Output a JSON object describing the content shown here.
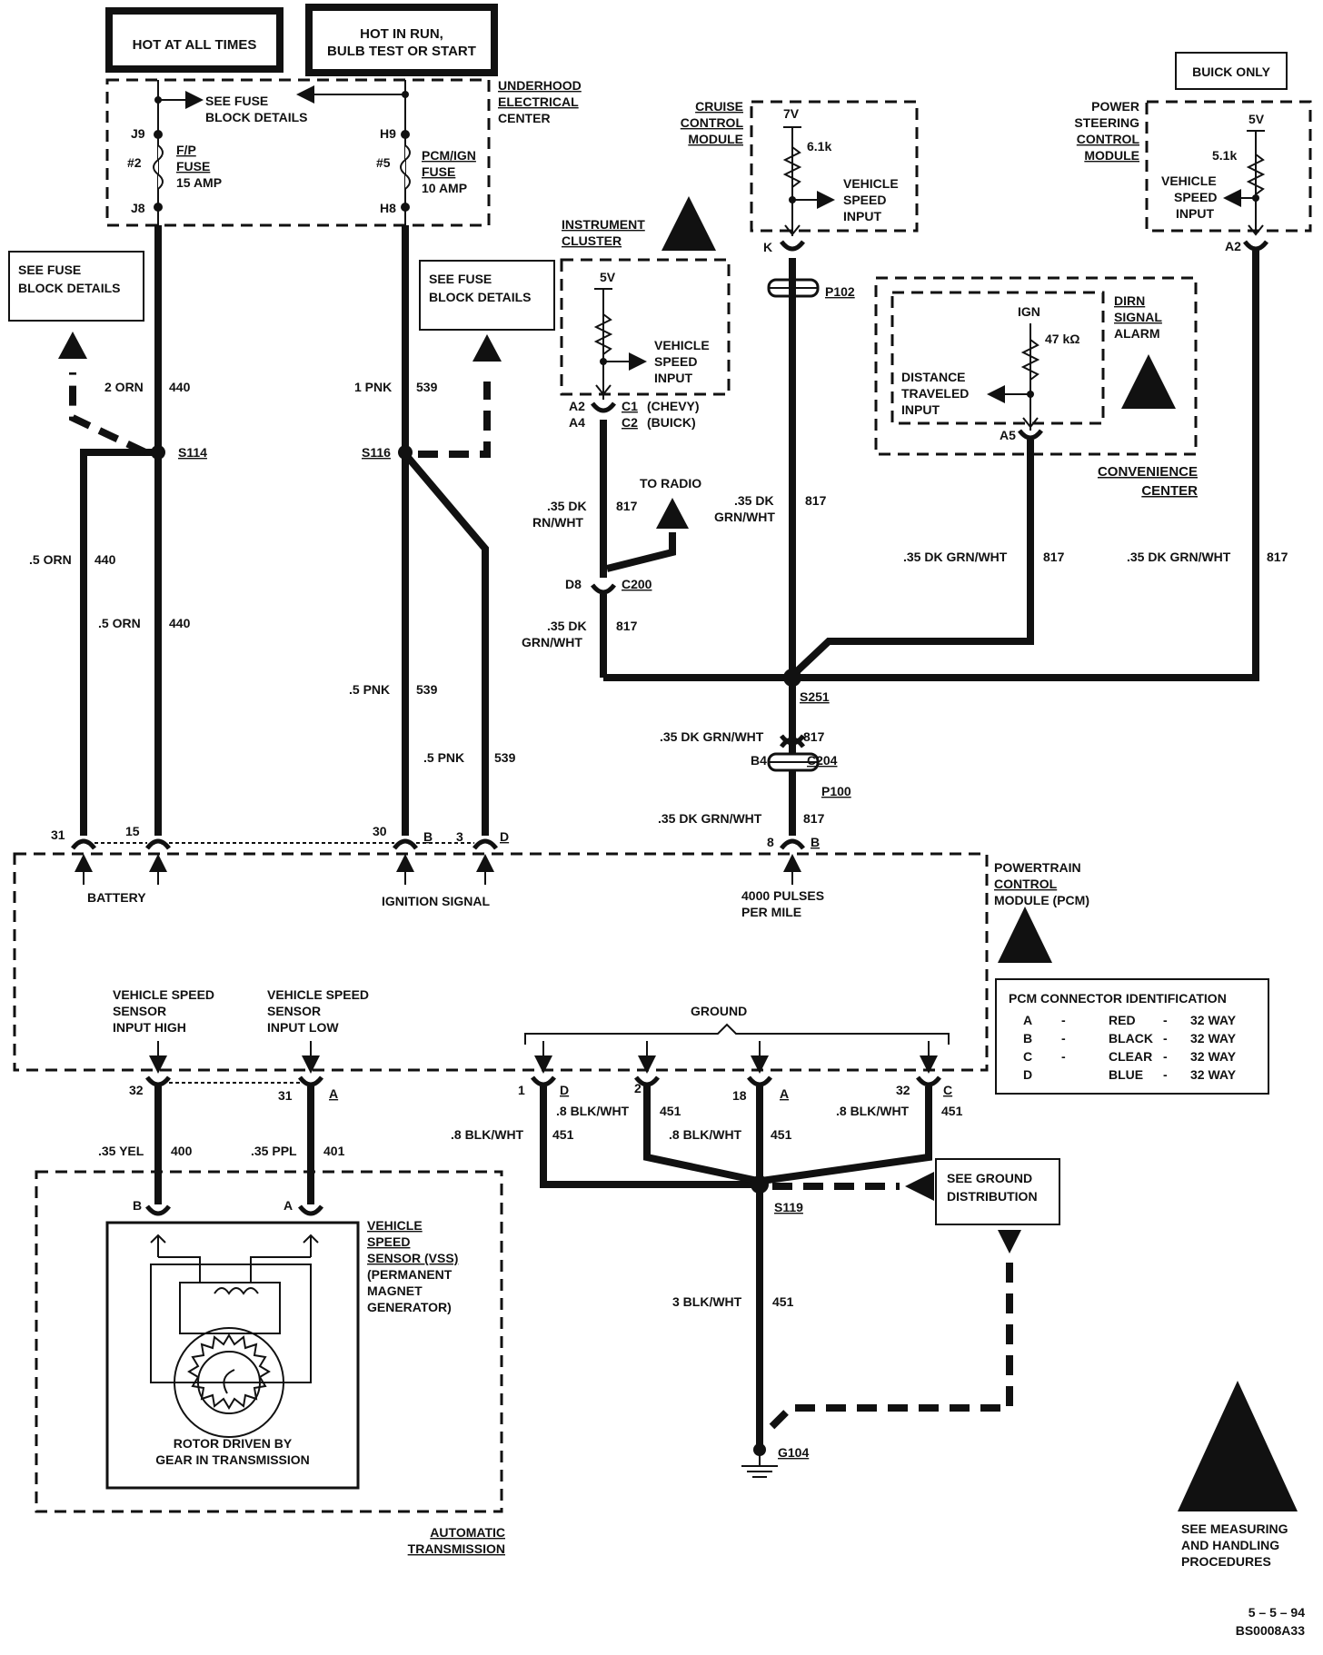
{
  "power": {
    "hot_at_all_times": "HOT AT ALL TIMES",
    "hot_in_run_1": "HOT IN RUN,",
    "hot_in_run_2": "BULB TEST OR START"
  },
  "underhood": {
    "label_1": "UNDERHOOD",
    "label_2": "ELECTRICAL",
    "label_3": "CENTER",
    "see_fuse_1": "SEE FUSE",
    "see_fuse_2": "BLOCK DETAILS",
    "fuse1_top": "J9",
    "fuse1_num": "#2",
    "fuse1_name_1": "F/P",
    "fuse1_name_2": "FUSE",
    "fuse1_rating": "15 AMP",
    "fuse1_bottom": "J8",
    "fuse2_top": "H9",
    "fuse2_num": "#5",
    "fuse2_name_1": "PCM/IGN",
    "fuse2_name_2": "FUSE",
    "fuse2_rating": "10 AMP",
    "fuse2_bottom": "H8"
  },
  "fuse_block_left": {
    "line1": "SEE FUSE",
    "line2": "BLOCK DETAILS"
  },
  "fuse_block_right": {
    "line1": "SEE FUSE",
    "line2": "BLOCK DETAILS"
  },
  "wires": {
    "w2orn": "2 ORN",
    "w440a": "440",
    "w1pnk": "1 PNK",
    "w539a": "539",
    "s114": "S114",
    "s116": "S116",
    "w5orn_a": ".5 ORN",
    "w440b": "440",
    "w5orn_b": ".5 ORN",
    "w440c": "440",
    "w5pnk_a": ".5 PNK",
    "w539b": "539",
    "w5pnk_b": ".5 PNK",
    "w539c": "539"
  },
  "cruise": {
    "label_1": "CRUISE",
    "label_2": "CONTROL",
    "label_3": "MODULE",
    "voltage": "7V",
    "resistor": "6.1k",
    "vsi_1": "VEHICLE",
    "vsi_2": "SPEED",
    "vsi_3": "INPUT",
    "pin": "K",
    "connector": "P102"
  },
  "buick_only": "BUICK ONLY",
  "power_steering": {
    "label_1": "POWER",
    "label_2": "STEERING",
    "label_3": "CONTROL",
    "label_4": "MODULE",
    "voltage": "5V",
    "resistor": "5.1k",
    "vsi_1": "VEHICLE",
    "vsi_2": "SPEED",
    "vsi_3": "INPUT",
    "pin": "A2"
  },
  "cluster": {
    "label_1": "INSTRUMENT",
    "label_2": "CLUSTER",
    "voltage": "5V",
    "vsi_1": "VEHICLE",
    "vsi_2": "SPEED",
    "vsi_3": "INPUT",
    "pin_a2": "A2",
    "pin_a4": "A4",
    "c1": "C1",
    "c1_note": "(CHEVY)",
    "c2": "C2",
    "c2_note": "(BUICK)"
  },
  "convenience": {
    "ign": "IGN",
    "resistor": "47 kΩ",
    "alarm_1": "DIRN",
    "alarm_2": "SIGNAL",
    "alarm_3": "ALARM",
    "dist_1": "DISTANCE",
    "dist_2": "TRAVELED",
    "dist_3": "INPUT",
    "pin": "A5",
    "label_1": "CONVENIENCE",
    "label_2": "CENTER"
  },
  "vss_wires": {
    "to_radio": "TO  RADIO",
    "w35_a1": ".35 DK",
    "w35_a2": "RN/WHT",
    "n817a": "817",
    "w35_b1": ".35 DK",
    "w35_b2": "GRN/WHT",
    "n817b": "817",
    "w35_c": ".35 DK GRN/WHT",
    "n817c": "817",
    "w35_d": ".35 DK GRN/WHT",
    "n817d": "817",
    "d8": "D8",
    "c200": "C200",
    "w35_e1": ".35 DK",
    "w35_e2": "GRN/WHT",
    "n817e": "817",
    "s251": "S251",
    "w35_f": ".35 DK GRN/WHT",
    "n817f": "817",
    "b4": "B4",
    "c204": "C204",
    "p100": "P100",
    "w35_g": ".35 DK GRN/WHT",
    "n817g": "817"
  },
  "pcm": {
    "label_1": "POWERTRAIN",
    "label_2": "CONTROL",
    "label_3": "MODULE (PCM)",
    "pin31": "31",
    "pin15": "15",
    "pin30": "30",
    "pinB": "B",
    "pin3": "3",
    "pinD": "D",
    "pin8": "8",
    "pinB2": "B",
    "battery": "BATTERY",
    "ignition": "IGNITION SIGNAL",
    "pulses_1": "4000 PULSES",
    "pulses_2": "PER MILE",
    "vss_high_1": "VEHICLE SPEED",
    "vss_high_2": "SENSOR",
    "vss_high_3": "INPUT HIGH",
    "vss_low_1": "VEHICLE SPEED",
    "vss_low_2": "SENSOR",
    "vss_low_3": "INPUT LOW",
    "ground": "GROUND",
    "b32": "32",
    "b31": "31",
    "bA": "A",
    "g1": "1",
    "gD": "D",
    "g2": "2",
    "g18": "18",
    "gA": "A",
    "g32": "32",
    "gC": "C"
  },
  "pcm_id": {
    "title": "PCM CONNECTOR IDENTIFICATION",
    "rows": [
      {
        "letter": "A",
        "dash": "-",
        "color": "RED",
        "dash2": "-",
        "size": "32 WAY"
      },
      {
        "letter": "B",
        "dash": "-",
        "color": "BLACK",
        "dash2": "-",
        "size": "32 WAY"
      },
      {
        "letter": "C",
        "dash": "-",
        "color": "CLEAR",
        "dash2": "-",
        "size": "32 WAY"
      },
      {
        "letter": "D",
        "dash": "",
        "color": "BLUE",
        "dash2": "-",
        "size": "32 WAY"
      }
    ]
  },
  "lower": {
    "w35yel": ".35 YEL",
    "n400": "400",
    "w35ppl": ".35 PPL",
    "n401": "401",
    "g_w8a": ".8 BLK/WHT",
    "g451a": "451",
    "g_w8b": ".8 BLK/WHT",
    "g451b": "451",
    "g_w8c": ".8 BLK/WHT",
    "g451c": "451",
    "g_w8d": ".8 BLK/WHT",
    "g451d": "451",
    "s119": "S119",
    "see_ground_1": "SEE GROUND",
    "see_ground_2": "DISTRIBUTION",
    "w3blk": "3 BLK/WHT",
    "n451e": "451",
    "g104": "G104"
  },
  "vss": {
    "pinB": "B",
    "pinA": "A",
    "label_1": "VEHICLE",
    "label_2": "SPEED",
    "label_3": "SENSOR (VSS)",
    "label_4": "(PERMANENT",
    "label_5": "MAGNET",
    "label_6": "GENERATOR)",
    "rotor_1": "ROTOR DRIVEN  BY",
    "rotor_2": "GEAR  IN  TRANSMISSION",
    "trans_1": "AUTOMATIC",
    "trans_2": "TRANSMISSION"
  },
  "esd_note": {
    "line1": "SEE MEASURING",
    "line2": "AND HANDLING",
    "line3": "PROCEDURES"
  },
  "footer": {
    "date": "5 – 5 – 94",
    "code": "BS0008A33"
  }
}
